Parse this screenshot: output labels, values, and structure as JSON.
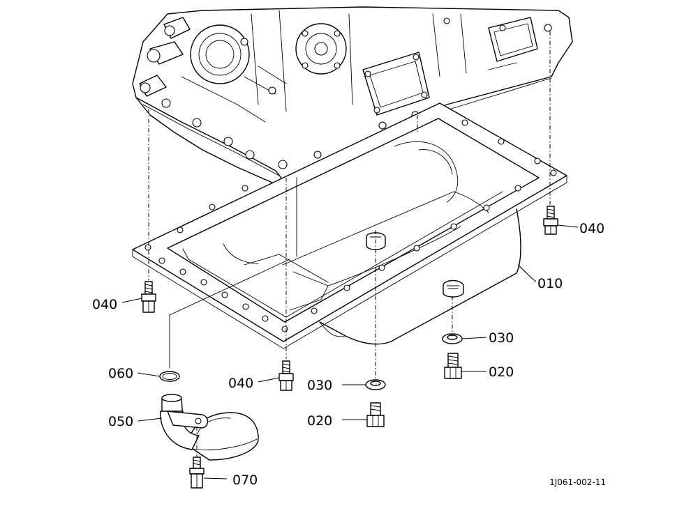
{
  "drawing_number": "1J061-002-11",
  "callouts": {
    "c010": "010",
    "c020_right": "020",
    "c020_center": "020",
    "c030_right": "030",
    "c030_center": "030",
    "c040_right": "040",
    "c040_left": "040",
    "c040_center": "040",
    "c050": "050",
    "c060": "060",
    "c070": "070"
  }
}
